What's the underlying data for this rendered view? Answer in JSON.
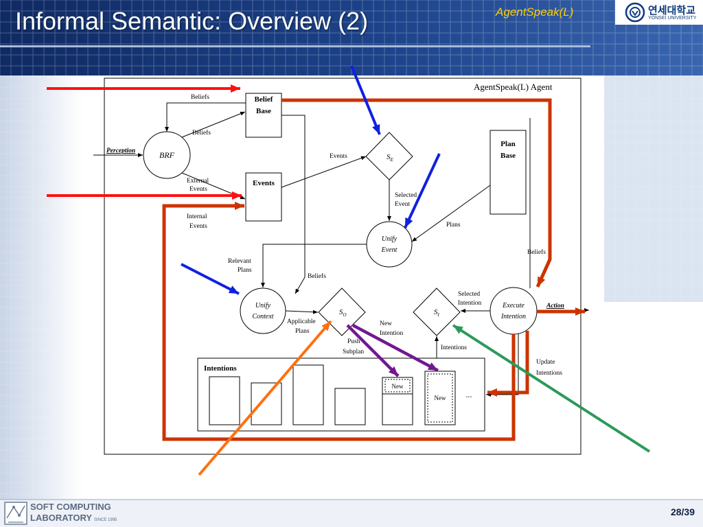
{
  "slide": {
    "title": "Informal Semantic: Overview (2)",
    "subtitle": "AgentSpeak(L)",
    "university_logo": {
      "korean": "연세대학교",
      "english": "YONSEI UNIVERSITY"
    },
    "footer": {
      "lab_line1": "SOFT COMPUTING",
      "lab_line2": "LABORATORY",
      "lab_since": "SINCE 1995",
      "page": "28/39"
    }
  },
  "diagram": {
    "frame_title": "AgentSpeak(L) Agent",
    "nodes": {
      "brf": "BRF",
      "belief_base": [
        "Belief",
        "Base"
      ],
      "events": "Events",
      "plan_base": [
        "Plan",
        "Base"
      ],
      "se": "S",
      "se_sub": "E",
      "unify_event": [
        "Unify",
        "Event"
      ],
      "unify_context": [
        "Unify",
        "Context"
      ],
      "so": "S",
      "so_sub": "O",
      "si": "S",
      "si_sub": "I",
      "execute_intention": [
        "Execute",
        "Intention"
      ],
      "intentions_title": "Intentions",
      "new_box_1": "New",
      "new_box_2": "New",
      "ellipsis": "..."
    },
    "edge_labels": {
      "beliefs_top": "Beliefs",
      "beliefs_mid": "Beliefs",
      "perception": "Perception",
      "external_events": [
        "External",
        "Events"
      ],
      "internal_events": [
        "Internal",
        "Events"
      ],
      "events_to_se": "Events",
      "selected_event": [
        "Selected",
        "Event"
      ],
      "plans": "Plans",
      "beliefs_right": "Beliefs",
      "relevant_plans": [
        "Relevant",
        "Plans"
      ],
      "beliefs_to_context": "Beliefs",
      "applicable_plans": [
        "Applicable",
        "Plans"
      ],
      "selected_intention": [
        "Selected",
        "Intention"
      ],
      "action": "Action",
      "new_intention": [
        "New",
        "Intention"
      ],
      "push_subplan": [
        "Push",
        "Subplan"
      ],
      "intentions": "Intentions",
      "update_intentions": [
        "Update",
        "Intentions"
      ]
    }
  },
  "colors": {
    "title_bar": "#1a3d82",
    "title_text": "#ffffff",
    "subtitle_text": "#ffcc00",
    "highlight_path": "#cc3300",
    "red_arrow": "#ff1010",
    "blue_arrow": "#1020e0",
    "orange_arrow": "#ff7010",
    "purple_arrow": "#701890",
    "green_arrow": "#2a9a5a"
  },
  "icons": {
    "logo_emblem": "yonsei-emblem-icon",
    "lab_logo": "soft-computing-lab-icon"
  }
}
